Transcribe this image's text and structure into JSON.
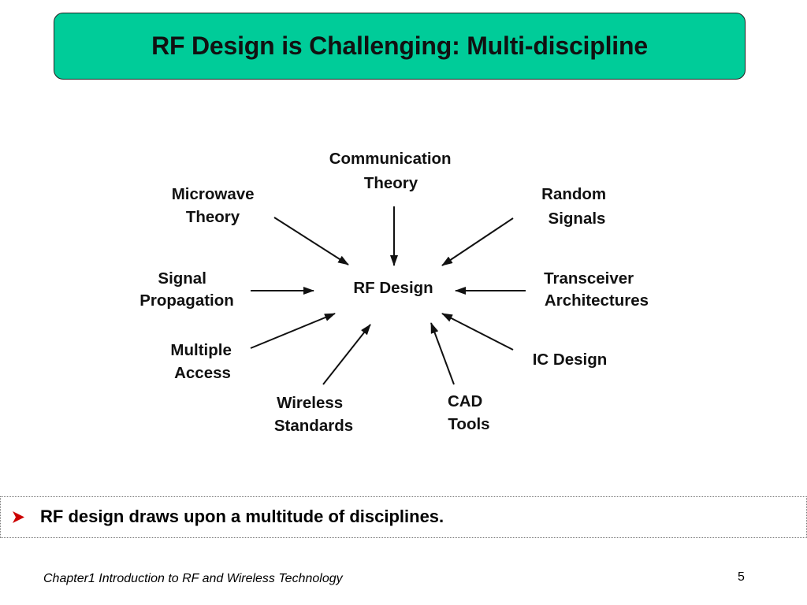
{
  "title": "RF Design is Challenging: Multi-discipline",
  "colors": {
    "title_fill": "#00CC99",
    "bullet_arrow": "#CC0000",
    "text": "#111111"
  },
  "diagram": {
    "center": "RF Design",
    "disciplines": [
      {
        "key": "communication-theory",
        "lines": [
          "Communication",
          "Theory"
        ]
      },
      {
        "key": "microwave-theory",
        "lines": [
          "Microwave",
          "Theory"
        ]
      },
      {
        "key": "random-signals",
        "lines": [
          "Random",
          "Signals"
        ]
      },
      {
        "key": "signal-propagation",
        "lines": [
          "Signal",
          "Propagation"
        ]
      },
      {
        "key": "transceiver-architectures",
        "lines": [
          "Transceiver",
          "Architectures"
        ]
      },
      {
        "key": "multiple-access",
        "lines": [
          "Multiple",
          "Access"
        ]
      },
      {
        "key": "ic-design",
        "lines": [
          "IC Design"
        ]
      },
      {
        "key": "wireless-standards",
        "lines": [
          "Wireless",
          "Standards"
        ]
      },
      {
        "key": "cad-tools",
        "lines": [
          "CAD",
          "Tools"
        ]
      }
    ]
  },
  "bullet": {
    "icon": "arrowhead-bullet-icon",
    "text": "RF design draws upon a multitude of disciplines."
  },
  "footer": {
    "chapter": "Chapter1 Introduction to RF and Wireless Technology",
    "page_number": "5"
  }
}
